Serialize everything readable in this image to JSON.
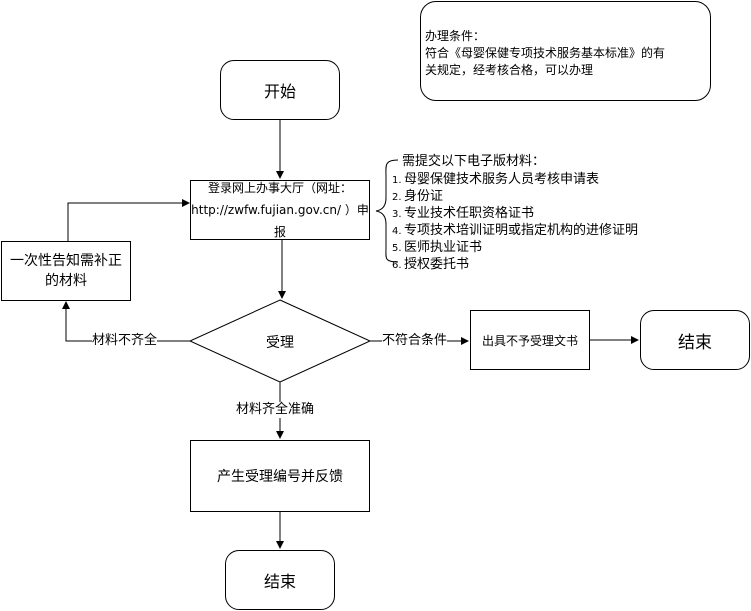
{
  "note": {
    "title": "办理条件：",
    "line1": "符合《母婴保健专项技术服务基本标准》的有",
    "line2": "关规定，经考核合格，可以办理"
  },
  "nodes": {
    "start": "开始",
    "apply_line1": "登录网上办事大厅（网址：",
    "apply_line2": "http://zwfw.fujian.gov.cn/ ）申报",
    "notify_line1": "一次性告知需补正",
    "notify_line2": "的材料",
    "accept": "受理",
    "reject_doc": "出具不予受理文书",
    "end_right": "结束",
    "feedback": "产生受理编号并反馈",
    "end_bottom": "结束"
  },
  "edge_labels": {
    "incomplete": "材料不齐全",
    "not_eligible": "不符合条件",
    "complete": "材料齐全准确"
  },
  "materials": {
    "title": "需提交以下电子版材料：",
    "items": [
      {
        "num": "1.",
        "text": "母婴保健技术服务人员考核申请表"
      },
      {
        "num": "2.",
        "text": "身份证"
      },
      {
        "num": "3.",
        "text": "专业技术任职资格证书"
      },
      {
        "num": "4.",
        "text": "专项技术培训证明或指定机构的进修证明"
      },
      {
        "num": "5.",
        "text": "医师执业证书"
      },
      {
        "num": "6.",
        "text": "授权委托书"
      }
    ]
  }
}
